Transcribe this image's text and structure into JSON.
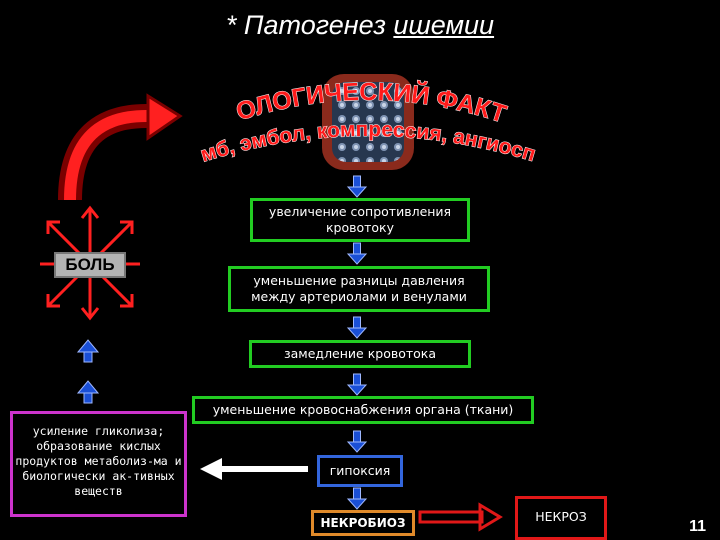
{
  "title": {
    "prefix": "* Патогенез ",
    "underlined": "ишемии"
  },
  "etiology": {
    "line1": "ЭТИОЛОГИЧЕСКИЙ ФАКТОР:",
    "line2": "(тромб, эмбол, компрессия, ангиоспазм)"
  },
  "pain_label": "БОЛЬ",
  "chain": [
    {
      "text": "увеличение сопротивления кровотоку"
    },
    {
      "text": "уменьшение разницы давления между артериолами и венулами"
    },
    {
      "text": "замедление кровотока"
    },
    {
      "text": "уменьшение кровоснабжения органа (ткани)"
    },
    {
      "text": "гипоксия"
    },
    {
      "text": "НЕКРОБИОЗ"
    },
    {
      "text": "НЕКРОЗ"
    }
  ],
  "glycolysis": "усиление гликолиза; образование кислых продуктов метаболиз-ма и биологически ак-тивных веществ",
  "page_number": "11",
  "colors": {
    "green_box": "#22cc22",
    "blue_box": "#3366dd",
    "orange_box": "#e08a2a",
    "red": "#e01818",
    "pink_box": "#cc33cc",
    "arrow_blue": "#1a4fd6"
  }
}
